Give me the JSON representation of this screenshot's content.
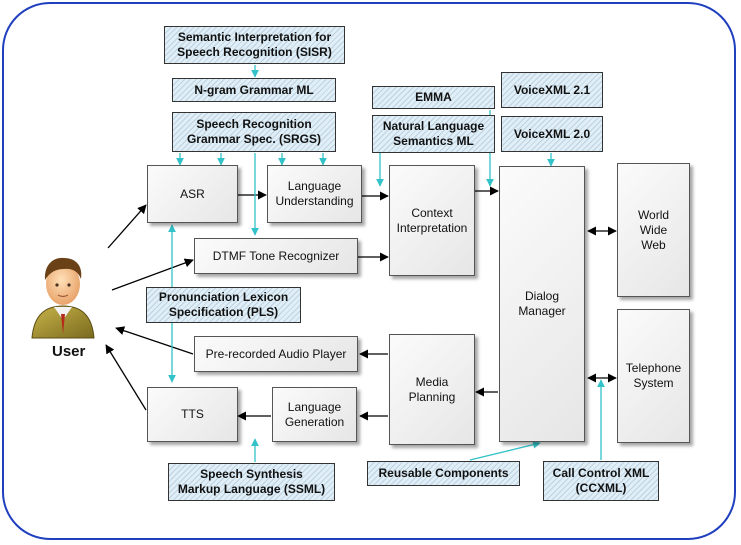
{
  "components": {
    "asr": "ASR",
    "language_understanding": "Language\nUnderstanding",
    "context_interpretation": "Context\nInterpretation",
    "dtmf": "DTMF Tone Recognizer",
    "dialog_manager": "Dialog\nManager",
    "world_wide_web": "World\nWide\nWeb",
    "telephone_system": "Telephone\nSystem",
    "audio_player": "Pre-recorded Audio Player",
    "media_planning": "Media\nPlanning",
    "tts": "TTS",
    "language_generation": "Language\nGeneration"
  },
  "specs": {
    "sisr": "Semantic Interpretation for\nSpeech Recognition (SISR)",
    "ngram": "N-gram Grammar ML",
    "srgs": "Speech Recognition\nGrammar Spec. (SRGS)",
    "emma": "EMMA",
    "nlsml": "Natural Language\nSemantics ML",
    "voicexml21": "VoiceXML 2.1",
    "voicexml20": "VoiceXML 2.0",
    "pls": "Pronunciation Lexicon\nSpecification (PLS)",
    "ssml": "Speech Synthesis\nMarkup Language (SSML)",
    "reusable": "Reusable Components",
    "ccxml": "Call Control XML\n(CCXML)"
  },
  "user": {
    "label": "User",
    "icon": "user-icon"
  },
  "colors": {
    "frame": "#1f3fbf",
    "spec_link": "#33c2c8",
    "flow": "#000000",
    "spec_fill": "#dfeef7"
  }
}
